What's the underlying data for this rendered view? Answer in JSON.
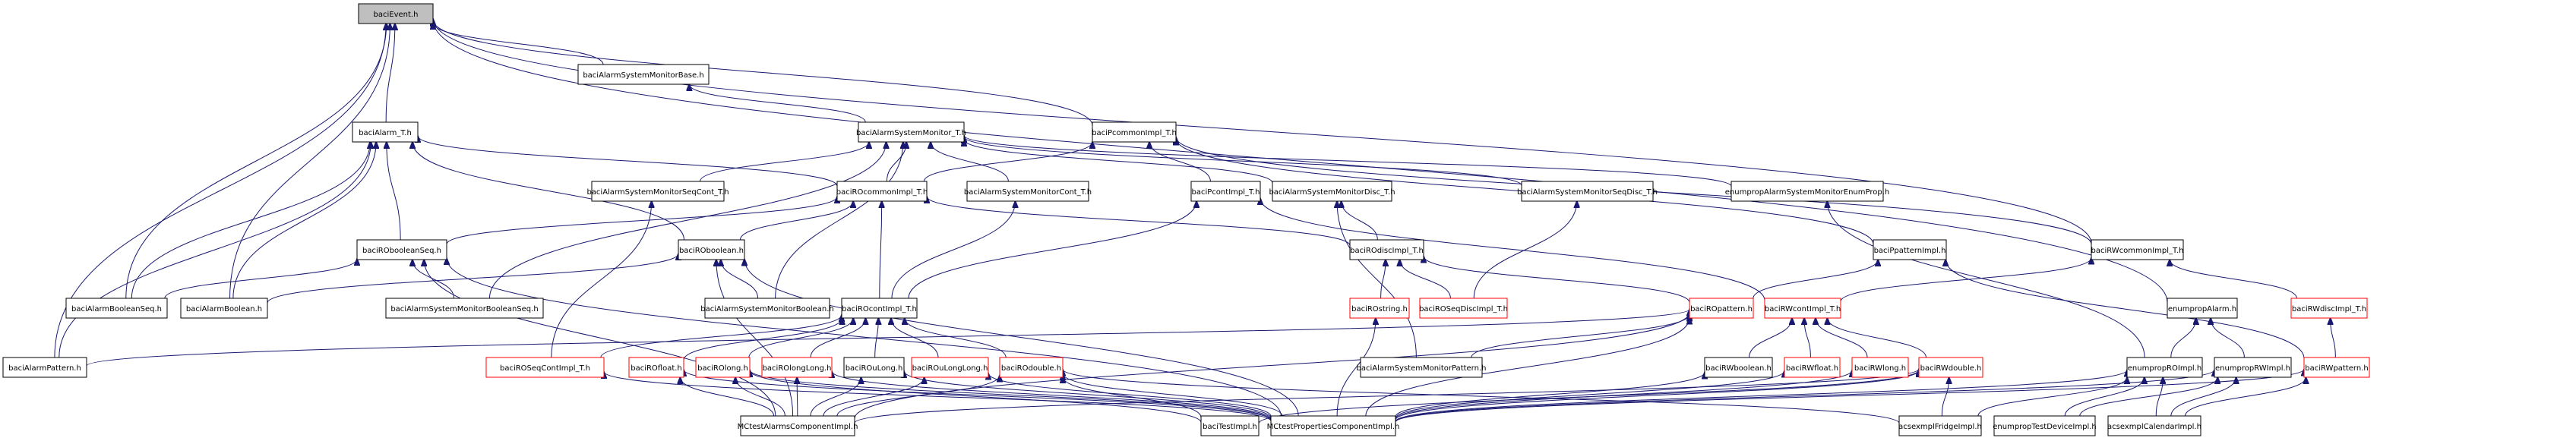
{
  "title": "baciEvent.h include dependency graph",
  "colors": {
    "edge": "#191970",
    "root_fill": "#bfbfbf",
    "node_border": "#000000",
    "truncated_border": "#ff0000"
  },
  "nodes": [
    {
      "id": "baciEvent",
      "label": "baciEvent.h",
      "style": "root"
    },
    {
      "id": "baciAlarmSystemMonitorBase",
      "label": "baciAlarmSystemMonitorBase.h",
      "style": "normal"
    },
    {
      "id": "baciAlarm_T",
      "label": "baciAlarm_T.h",
      "style": "normal"
    },
    {
      "id": "baciAlarmSystemMonitor_T",
      "label": "baciAlarmSystemMonitor_T.h",
      "style": "normal"
    },
    {
      "id": "baciPcommonImpl_T",
      "label": "baciPcommonImpl_T.h",
      "style": "normal"
    },
    {
      "id": "baciAlarmSystemMonitorSeqCont_T",
      "label": "baciAlarmSystemMonitorSeqCont_T.h",
      "style": "normal"
    },
    {
      "id": "baciROcommonImpl_T",
      "label": "baciROcommonImpl_T.h",
      "style": "normal"
    },
    {
      "id": "baciAlarmSystemMonitorCont_T",
      "label": "baciAlarmSystemMonitorCont_T.h",
      "style": "normal"
    },
    {
      "id": "baciPcontImpl_T",
      "label": "baciPcontImpl_T.h",
      "style": "normal"
    },
    {
      "id": "baciAlarmSystemMonitorDisc_T",
      "label": "baciAlarmSystemMonitorDisc_T.h",
      "style": "normal"
    },
    {
      "id": "baciAlarmSystemMonitorSeqDisc_T",
      "label": "baciAlarmSystemMonitorSeqDisc_T.h",
      "style": "normal"
    },
    {
      "id": "enumpropAlarmSystemMonitorEnumProp",
      "label": "enumpropAlarmSystemMonitorEnumProp.h",
      "style": "normal"
    },
    {
      "id": "baciRObooleanSeq",
      "label": "baciRObooleanSeq.h",
      "style": "normal"
    },
    {
      "id": "baciROboolean",
      "label": "baciROboolean.h",
      "style": "normal"
    },
    {
      "id": "baciROdiscImpl_T",
      "label": "baciROdiscImpl_T.h",
      "style": "normal"
    },
    {
      "id": "baciPpatternImpl",
      "label": "baciPpatternImpl.h",
      "style": "normal"
    },
    {
      "id": "baciRWcommonImpl_T",
      "label": "baciRWcommonImpl_T.h",
      "style": "normal"
    },
    {
      "id": "baciAlarmBooleanSeq",
      "label": "baciAlarmBooleanSeq.h",
      "style": "normal"
    },
    {
      "id": "baciAlarmBoolean",
      "label": "baciAlarmBoolean.h",
      "style": "normal"
    },
    {
      "id": "baciAlarmSystemMonitorBooleanSeq",
      "label": "baciAlarmSystemMonitorBooleanSeq.h",
      "style": "normal"
    },
    {
      "id": "baciAlarmSystemMonitorBoolean",
      "label": "baciAlarmSystemMonitorBoolean.h",
      "style": "normal"
    },
    {
      "id": "baciROcontImpl_T",
      "label": "baciROcontImpl_T.h",
      "style": "normal"
    },
    {
      "id": "baciROstring",
      "label": "baciROstring.h",
      "style": "truncated"
    },
    {
      "id": "baciROSeqDiscImpl_T",
      "label": "baciROSeqDiscImpl_T.h",
      "style": "truncated"
    },
    {
      "id": "baciROpattern",
      "label": "baciROpattern.h",
      "style": "truncated"
    },
    {
      "id": "baciRWcontImpl_T",
      "label": "baciRWcontImpl_T.h",
      "style": "truncated"
    },
    {
      "id": "enumpropAlarm",
      "label": "enumpropAlarm.h",
      "style": "normal"
    },
    {
      "id": "baciRWdiscImpl_T",
      "label": "baciRWdiscImpl_T.h",
      "style": "truncated"
    },
    {
      "id": "baciAlarmPattern",
      "label": "baciAlarmPattern.h",
      "style": "normal"
    },
    {
      "id": "baciROSeqContImpl_T",
      "label": "baciROSeqContImpl_T.h",
      "style": "truncated"
    },
    {
      "id": "baciROfloat",
      "label": "baciROfloat.h",
      "style": "truncated"
    },
    {
      "id": "baciROlong",
      "label": "baciROlong.h",
      "style": "truncated"
    },
    {
      "id": "baciROlongLong",
      "label": "baciROlongLong.h",
      "style": "truncated"
    },
    {
      "id": "baciROuLong",
      "label": "baciROuLong.h",
      "style": "normal"
    },
    {
      "id": "baciROuLongLong",
      "label": "baciROuLongLong.h",
      "style": "truncated"
    },
    {
      "id": "baciROdouble",
      "label": "baciROdouble.h",
      "style": "truncated"
    },
    {
      "id": "baciAlarmSystemMonitorPattern",
      "label": "baciAlarmSystemMonitorPattern.h",
      "style": "normal"
    },
    {
      "id": "baciRWboolean",
      "label": "baciRWboolean.h",
      "style": "normal"
    },
    {
      "id": "baciRWfloat",
      "label": "baciRWfloat.h",
      "style": "truncated"
    },
    {
      "id": "baciRWlong",
      "label": "baciRWlong.h",
      "style": "truncated"
    },
    {
      "id": "baciRWdouble",
      "label": "baciRWdouble.h",
      "style": "truncated"
    },
    {
      "id": "enumpropROImpl",
      "label": "enumpropROImpl.h",
      "style": "normal"
    },
    {
      "id": "enumpropRWImpl",
      "label": "enumpropRWImpl.h",
      "style": "normal"
    },
    {
      "id": "baciRWpattern",
      "label": "baciRWpattern.h",
      "style": "truncated"
    },
    {
      "id": "MCtestAlarmsComponentImpl",
      "label": "MCtestAlarmsComponentImpl.h",
      "style": "normal"
    },
    {
      "id": "baciTestImpl",
      "label": "baciTestImpl.h",
      "style": "normal"
    },
    {
      "id": "MCtestPropertiesComponentImpl",
      "label": "MCtestPropertiesComponentImpl.h",
      "style": "normal"
    },
    {
      "id": "acsexmplFridgeImpl",
      "label": "acsexmplFridgeImpl.h",
      "style": "normal"
    },
    {
      "id": "enumpropTestDeviceImpl",
      "label": "enumpropTestDeviceImpl.h",
      "style": "normal"
    },
    {
      "id": "acsexmplCalendarImpl",
      "label": "acsexmplCalendarImpl.h",
      "style": "normal"
    }
  ],
  "edges": [
    [
      "baciAlarm_T",
      "baciEvent"
    ],
    [
      "baciAlarmSystemMonitorBase",
      "baciEvent"
    ],
    [
      "baciAlarmPattern",
      "baciEvent"
    ],
    [
      "baciAlarmBooleanSeq",
      "baciEvent"
    ],
    [
      "baciAlarmBoolean",
      "baciEvent"
    ],
    [
      "baciPcommonImpl_T",
      "baciEvent"
    ],
    [
      "enumpropAlarm",
      "baciEvent"
    ],
    [
      "baciRWcommonImpl_T",
      "baciEvent"
    ],
    [
      "baciAlarmSystemMonitor_T",
      "baciAlarmSystemMonitorBase"
    ],
    [
      "baciROcommonImpl_T",
      "baciAlarm_T"
    ],
    [
      "baciRObooleanSeq",
      "baciAlarm_T"
    ],
    [
      "baciAlarmBooleanSeq",
      "baciAlarm_T"
    ],
    [
      "baciAlarmBoolean",
      "baciAlarm_T"
    ],
    [
      "baciAlarmPattern",
      "baciAlarm_T"
    ],
    [
      "baciROboolean",
      "baciAlarm_T"
    ],
    [
      "baciAlarmSystemMonitorSeqCont_T",
      "baciAlarmSystemMonitor_T"
    ],
    [
      "baciROcommonImpl_T",
      "baciAlarmSystemMonitor_T"
    ],
    [
      "baciAlarmSystemMonitorCont_T",
      "baciAlarmSystemMonitor_T"
    ],
    [
      "baciAlarmSystemMonitorDisc_T",
      "baciAlarmSystemMonitor_T"
    ],
    [
      "baciAlarmSystemMonitorSeqDisc_T",
      "baciAlarmSystemMonitor_T"
    ],
    [
      "enumpropAlarmSystemMonitorEnumProp",
      "baciAlarmSystemMonitor_T"
    ],
    [
      "baciAlarmSystemMonitorBooleanSeq",
      "baciAlarmSystemMonitor_T"
    ],
    [
      "baciAlarmSystemMonitorBoolean",
      "baciAlarmSystemMonitor_T"
    ],
    [
      "baciPcontImpl_T",
      "baciPcommonImpl_T"
    ],
    [
      "baciROcommonImpl_T",
      "baciPcommonImpl_T"
    ],
    [
      "baciPpatternImpl",
      "baciPcommonImpl_T"
    ],
    [
      "baciRWcommonImpl_T",
      "baciPcommonImpl_T"
    ],
    [
      "baciROcontImpl_T",
      "baciROcommonImpl_T"
    ],
    [
      "baciRObooleanSeq",
      "baciROcommonImpl_T"
    ],
    [
      "baciROboolean",
      "baciROcommonImpl_T"
    ],
    [
      "baciROdiscImpl_T",
      "baciROcommonImpl_T"
    ],
    [
      "baciROcontImpl_T",
      "baciAlarmSystemMonitorCont_T"
    ],
    [
      "baciROcontImpl_T",
      "baciPcontImpl_T"
    ],
    [
      "baciRWcontImpl_T",
      "baciPcontImpl_T"
    ],
    [
      "baciROdiscImpl_T",
      "baciAlarmSystemMonitorDisc_T"
    ],
    [
      "baciAlarmSystemMonitorPattern",
      "baciAlarmSystemMonitorDisc_T"
    ],
    [
      "baciROSeqDiscImpl_T",
      "baciAlarmSystemMonitorSeqDisc_T"
    ],
    [
      "enumpropROImpl",
      "enumpropAlarmSystemMonitorEnumProp"
    ],
    [
      "baciROSeqContImpl_T",
      "baciAlarmSystemMonitorSeqCont_T"
    ],
    [
      "baciAlarmBooleanSeq",
      "baciRObooleanSeq"
    ],
    [
      "baciAlarmSystemMonitorBooleanSeq",
      "baciRObooleanSeq"
    ],
    [
      "MCtestAlarmsComponentImpl",
      "baciRObooleanSeq"
    ],
    [
      "MCtestPropertiesComponentImpl",
      "baciRObooleanSeq"
    ],
    [
      "baciAlarmBoolean",
      "baciROboolean"
    ],
    [
      "baciAlarmSystemMonitorBoolean",
      "baciROboolean"
    ],
    [
      "MCtestAlarmsComponentImpl",
      "baciROboolean"
    ],
    [
      "MCtestPropertiesComponentImpl",
      "baciROboolean"
    ],
    [
      "baciROstring",
      "baciROdiscImpl_T"
    ],
    [
      "baciROSeqDiscImpl_T",
      "baciROdiscImpl_T"
    ],
    [
      "baciROpattern",
      "baciROdiscImpl_T"
    ],
    [
      "baciROpattern",
      "baciPpatternImpl"
    ],
    [
      "baciRWpattern",
      "baciPpatternImpl"
    ],
    [
      "baciRWcontImpl_T",
      "baciRWcommonImpl_T"
    ],
    [
      "baciRWdiscImpl_T",
      "baciRWcommonImpl_T"
    ],
    [
      "baciROSeqContImpl_T",
      "baciROcontImpl_T"
    ],
    [
      "baciROfloat",
      "baciROcontImpl_T"
    ],
    [
      "baciROlong",
      "baciROcontImpl_T"
    ],
    [
      "baciROlongLong",
      "baciROcontImpl_T"
    ],
    [
      "baciROuLong",
      "baciROcontImpl_T"
    ],
    [
      "baciROuLongLong",
      "baciROcontImpl_T"
    ],
    [
      "baciROdouble",
      "baciROcontImpl_T"
    ],
    [
      "MCtestPropertiesComponentImpl",
      "baciROstring"
    ],
    [
      "baciAlarmPattern",
      "baciROpattern"
    ],
    [
      "baciAlarmSystemMonitorPattern",
      "baciROpattern"
    ],
    [
      "MCtestAlarmsComponentImpl",
      "baciROpattern"
    ],
    [
      "MCtestPropertiesComponentImpl",
      "baciROpattern"
    ],
    [
      "baciRWboolean",
      "baciRWcontImpl_T"
    ],
    [
      "baciRWfloat",
      "baciRWcontImpl_T"
    ],
    [
      "baciRWlong",
      "baciRWcontImpl_T"
    ],
    [
      "baciRWdouble",
      "baciRWcontImpl_T"
    ],
    [
      "enumpropROImpl",
      "enumpropAlarm"
    ],
    [
      "enumpropRWImpl",
      "enumpropAlarm"
    ],
    [
      "baciRWpattern",
      "baciRWdiscImpl_T"
    ],
    [
      "MCtestAlarmsComponentImpl",
      "baciROfloat"
    ],
    [
      "MCtestAlarmsComponentImpl",
      "baciROlong"
    ],
    [
      "MCtestAlarmsComponentImpl",
      "baciROlongLong"
    ],
    [
      "MCtestAlarmsComponentImpl",
      "baciROuLong"
    ],
    [
      "MCtestAlarmsComponentImpl",
      "baciROuLongLong"
    ],
    [
      "MCtestAlarmsComponentImpl",
      "baciROdouble"
    ],
    [
      "MCtestPropertiesComponentImpl",
      "baciROfloat"
    ],
    [
      "MCtestPropertiesComponentImpl",
      "baciROlong"
    ],
    [
      "MCtestPropertiesComponentImpl",
      "baciROlongLong"
    ],
    [
      "MCtestPropertiesComponentImpl",
      "baciROuLong"
    ],
    [
      "MCtestPropertiesComponentImpl",
      "baciROuLongLong"
    ],
    [
      "MCtestPropertiesComponentImpl",
      "baciROdouble"
    ],
    [
      "baciTestImpl",
      "baciROdouble"
    ],
    [
      "baciTestImpl",
      "baciROlong"
    ],
    [
      "MCtestPropertiesComponentImpl",
      "baciROSeqContImpl_T"
    ],
    [
      "MCtestPropertiesComponentImpl",
      "baciRWboolean"
    ],
    [
      "MCtestPropertiesComponentImpl",
      "baciRWfloat"
    ],
    [
      "MCtestPropertiesComponentImpl",
      "baciRWlong"
    ],
    [
      "MCtestPropertiesComponentImpl",
      "baciRWdouble"
    ],
    [
      "MCtestPropertiesComponentImpl",
      "enumpropROImpl"
    ],
    [
      "MCtestPropertiesComponentImpl",
      "enumpropRWImpl"
    ],
    [
      "MCtestPropertiesComponentImpl",
      "baciRWpattern"
    ],
    [
      "MCtestAlarmsComponentImpl",
      "baciRWdouble"
    ],
    [
      "acsexmplFridgeImpl",
      "baciRWdouble"
    ],
    [
      "acsexmplFridgeImpl",
      "enumpropROImpl"
    ],
    [
      "acsexmplFridgeImpl",
      "baciROdouble"
    ],
    [
      "enumpropTestDeviceImpl",
      "enumpropROImpl"
    ],
    [
      "enumpropTestDeviceImpl",
      "enumpropRWImpl"
    ],
    [
      "acsexmplCalendarImpl",
      "enumpropROImpl"
    ],
    [
      "acsexmplCalendarImpl",
      "enumpropRWImpl"
    ],
    [
      "acsexmplCalendarImpl",
      "baciRWpattern"
    ],
    [
      "baciTestImpl",
      "baciRWdouble"
    ]
  ]
}
